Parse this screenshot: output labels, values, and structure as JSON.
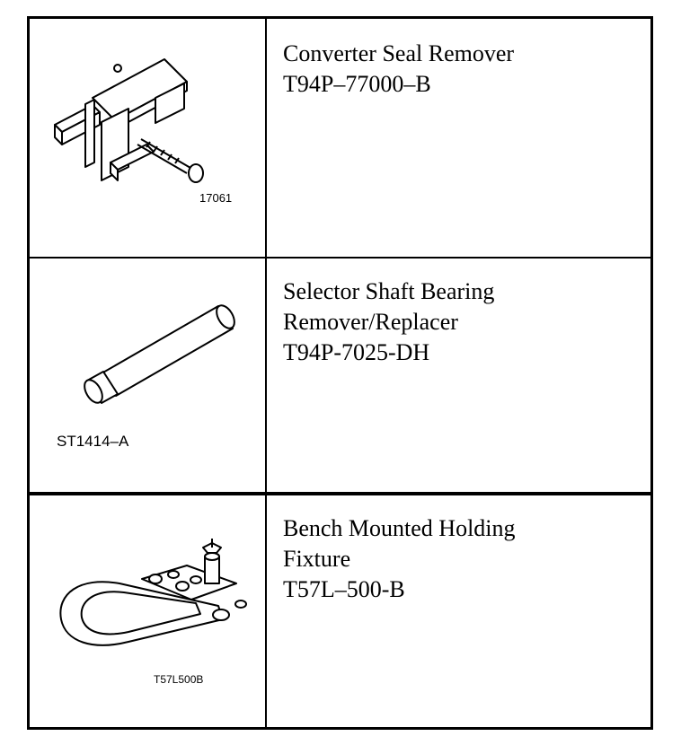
{
  "tools": [
    {
      "name_lines": [
        "Converter Seal Remover",
        "T94P–77000–B"
      ],
      "figure_id": "17061",
      "icon": "converter-seal-remover-icon"
    },
    {
      "name_lines": [
        "Selector Shaft Bearing",
        "Remover/Replacer",
        "T94P-7025-DH"
      ],
      "figure_id": "ST1414–A",
      "icon": "selector-shaft-bearing-tool-icon"
    },
    {
      "name_lines": [
        "Bench Mounted Holding",
        "Fixture",
        "T57L–500-B"
      ],
      "figure_id": "T57L500B",
      "icon": "holding-fixture-icon"
    }
  ]
}
